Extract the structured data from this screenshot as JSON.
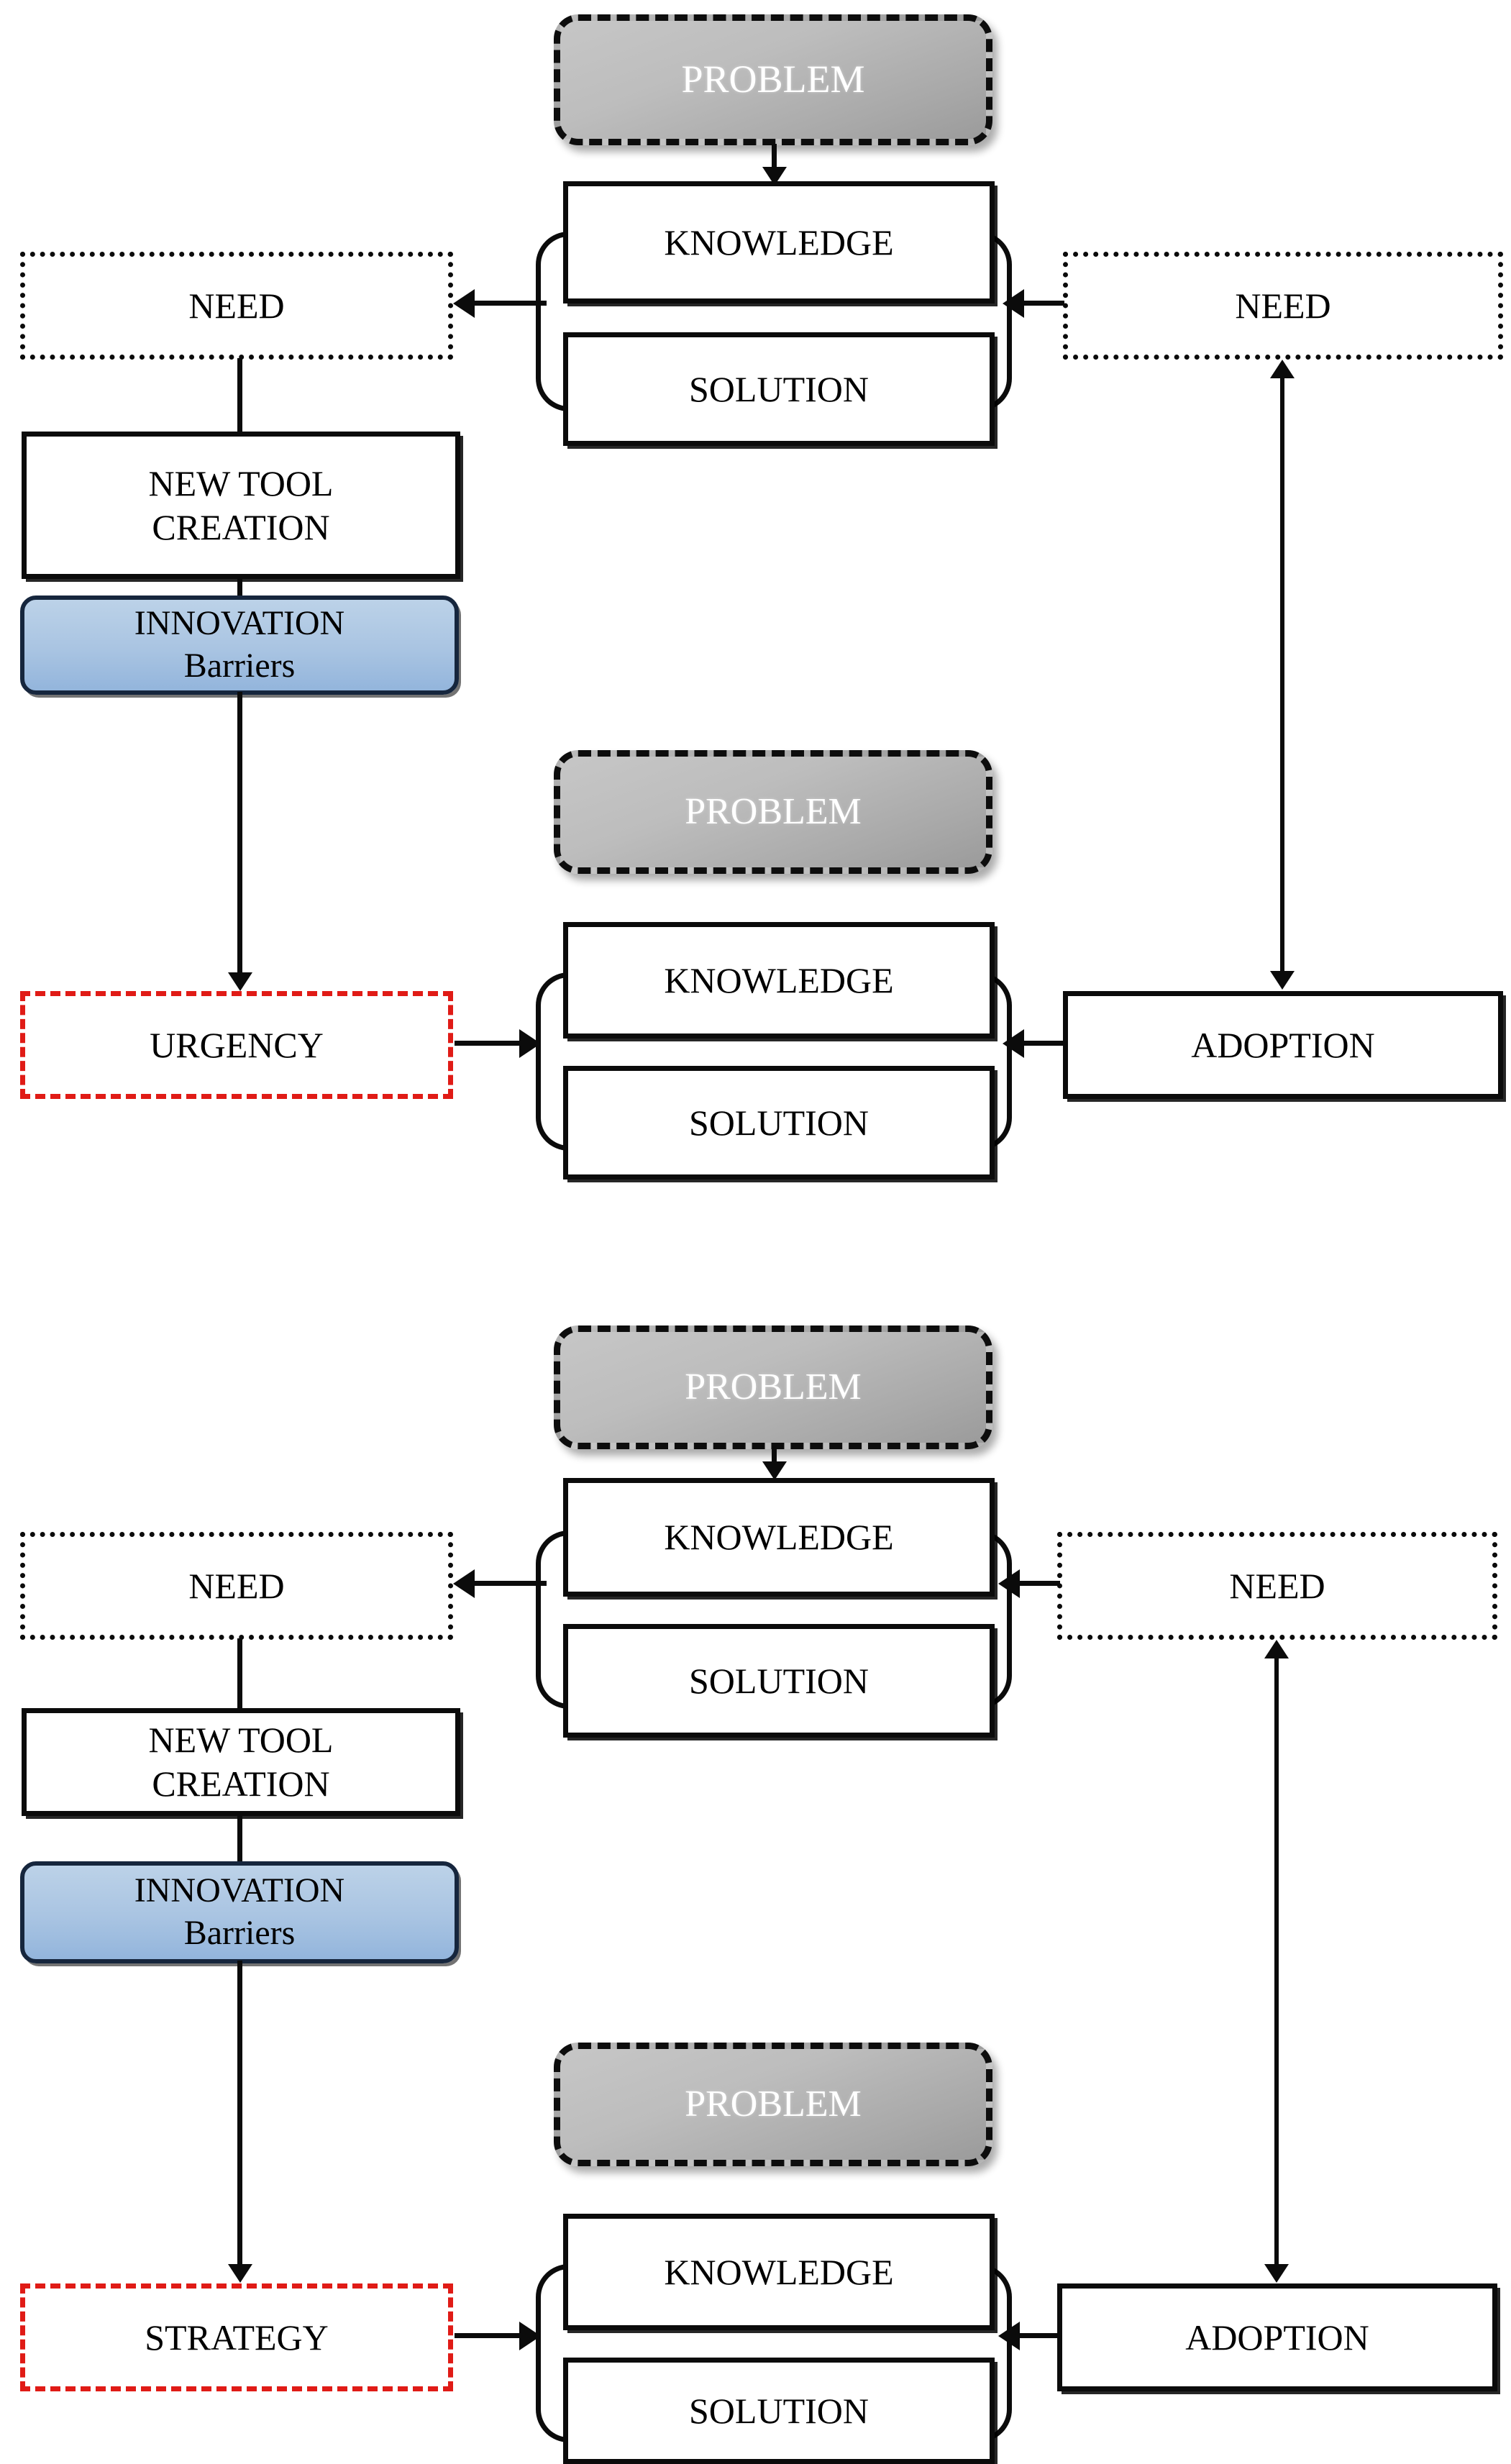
{
  "diagram": {
    "blocks": [
      {
        "id": "p1-problem",
        "label": "PROBLEM"
      },
      {
        "id": "p1-knowledge",
        "label": "KNOWLEDGE"
      },
      {
        "id": "p1-solution",
        "label": "SOLUTION"
      },
      {
        "id": "p1-need-left",
        "label": "NEED"
      },
      {
        "id": "p1-need-right",
        "label": "NEED"
      },
      {
        "id": "p1-newtool",
        "label_line1": "NEW TOOL",
        "label_line2": "CREATION"
      },
      {
        "id": "p1-innovation",
        "label_line1": "INNOVATION",
        "label_line2": "Barriers"
      },
      {
        "id": "p1-urgency",
        "label": "URGENCY"
      },
      {
        "id": "p1-problem2",
        "label": "PROBLEM"
      },
      {
        "id": "p1-knowledge2",
        "label": "KNOWLEDGE"
      },
      {
        "id": "p1-solution2",
        "label": "SOLUTION"
      },
      {
        "id": "p1-adoption",
        "label": "ADOPTION"
      },
      {
        "id": "p2-problem",
        "label": "PROBLEM"
      },
      {
        "id": "p2-knowledge",
        "label": "KNOWLEDGE"
      },
      {
        "id": "p2-solution",
        "label": "SOLUTION"
      },
      {
        "id": "p2-need-left",
        "label": "NEED"
      },
      {
        "id": "p2-need-right",
        "label": "NEED"
      },
      {
        "id": "p2-newtool",
        "label_line1": "NEW TOOL",
        "label_line2": "CREATION"
      },
      {
        "id": "p2-innovation",
        "label_line1": "INNOVATION",
        "label_line2": "Barriers"
      },
      {
        "id": "p2-strategy",
        "label": "STRATEGY"
      },
      {
        "id": "p2-problem2",
        "label": "PROBLEM"
      },
      {
        "id": "p2-knowledge2",
        "label": "KNOWLEDGE"
      },
      {
        "id": "p2-solution2",
        "label": "SOLUTION"
      },
      {
        "id": "p2-adoption",
        "label": "ADOPTION"
      }
    ],
    "panel_top": {
      "problem_top": "PROBLEM",
      "knowledge_top": "KNOWLEDGE",
      "solution_top": "SOLUTION",
      "need_left": "NEED",
      "need_right": "NEED",
      "new_tool_line1": "NEW TOOL",
      "new_tool_line2": "CREATION",
      "innovation_line1": "INNOVATION",
      "innovation_line2": "Barriers",
      "trigger": "URGENCY",
      "problem_bottom": "PROBLEM",
      "knowledge_bottom": "KNOWLEDGE",
      "solution_bottom": "SOLUTION",
      "adoption": "ADOPTION"
    },
    "panel_bottom": {
      "problem_top": "PROBLEM",
      "knowledge_top": "KNOWLEDGE",
      "solution_top": "SOLUTION",
      "need_left": "NEED",
      "need_right": "NEED",
      "new_tool_line1": "NEW TOOL",
      "new_tool_line2": "CREATION",
      "innovation_line1": "INNOVATION",
      "innovation_line2": "Barriers",
      "trigger": "STRATEGY",
      "problem_bottom": "PROBLEM",
      "knowledge_bottom": "KNOWLEDGE",
      "solution_bottom": "SOLUTION",
      "adoption": "ADOPTION"
    },
    "colors": {
      "problem_fill_light": "#c6c6c6",
      "problem_fill_dark": "#9b9b9b",
      "problem_text": "#ffffff",
      "innovation_fill": "#a9c4e2",
      "innovation_border": "#16263d",
      "trigger_border": "#e01b16",
      "line": "#0b0b0b",
      "background": "#ffffff"
    }
  }
}
